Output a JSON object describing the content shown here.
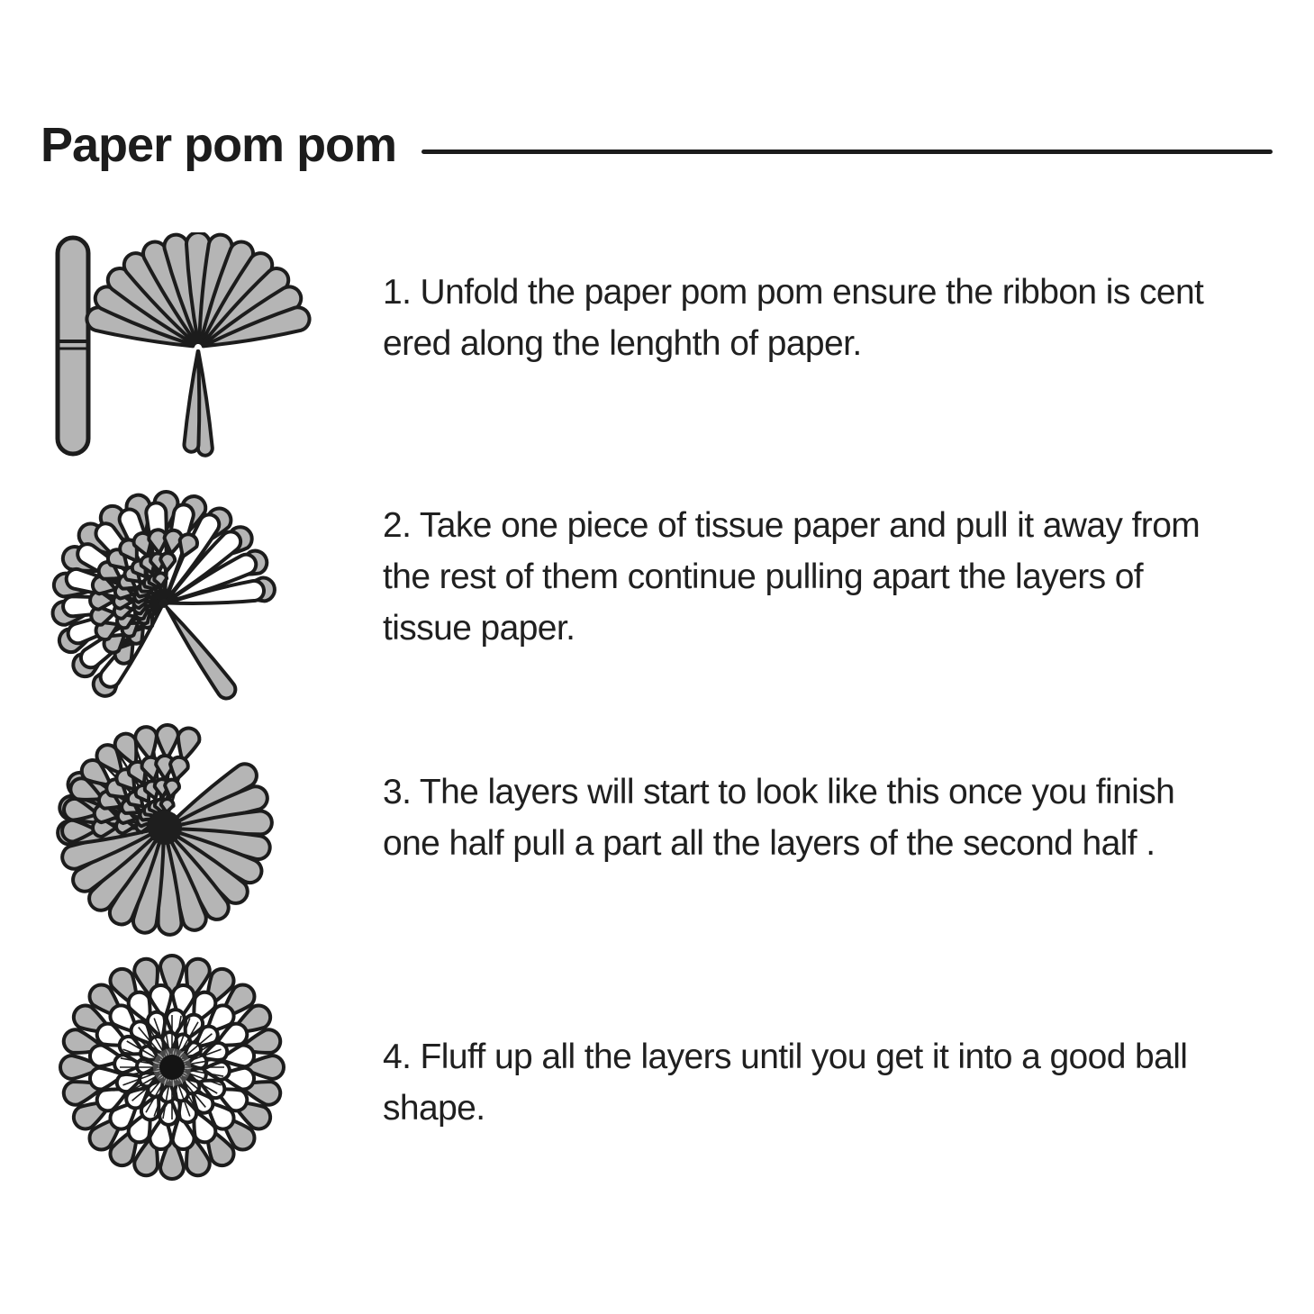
{
  "page": {
    "title": "Paper pom pom",
    "colors": {
      "ink": "#1c1c1c",
      "petal_fill": "#b5b5b5",
      "petal_white": "#ffffff",
      "center_dark": "#1e1e1e",
      "background": "#ffffff"
    },
    "steps": [
      {
        "icon": "folded-strip-and-half-open-fan-icon",
        "text": "1. Unfold the paper pom pom ensure the ribbon is cent\nered along the lenghth of paper."
      },
      {
        "icon": "fan-with-layers-pulled-apart-icon",
        "text": "2. Take one piece of tissue paper and pull it away from\nthe rest of them continue pulling apart the layers of\ntissue paper."
      },
      {
        "icon": "half-fluffed-pom-pom-icon",
        "text": "3. The layers will start to look like this once you finish\none half pull a part all the layers of the second half ."
      },
      {
        "icon": "fully-fluffed-pom-pom-ball-icon",
        "text": "4. Fluff up all the layers until you get it into a good ball\nshape."
      }
    ]
  }
}
